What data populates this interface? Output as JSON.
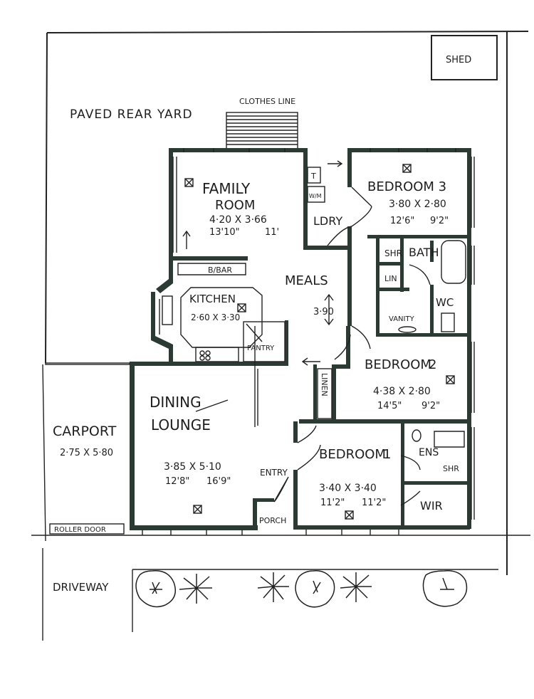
{
  "site": {
    "shed": "SHED",
    "paved_rear_yard": "PAVED REAR YARD",
    "clothes_line": "CLOTHES LINE",
    "driveway": "DRIVEWAY",
    "roller_door": "ROLLER DOOR"
  },
  "rooms": {
    "family_room": {
      "name_line1": "FAMILY",
      "name_line2": "ROOM",
      "metric": "4·20 X 3·66",
      "imperial_a": "13'10\"",
      "imperial_b": "11'"
    },
    "bedroom3": {
      "name": "BEDROOM 3",
      "metric": "3·80 X 2·80",
      "imperial_a": "12'6\"",
      "imperial_b": "9'2\""
    },
    "laundry": {
      "name": "LDRY",
      "tub": "T",
      "washer": "W/M"
    },
    "bath": {
      "name": "BATH",
      "shower": "SHR",
      "linen": "LIN",
      "wc": "WC",
      "vanity": "VANITY"
    },
    "meals": {
      "name": "MEALS",
      "dim": "3·90"
    },
    "kitchen": {
      "name": "KITCHEN",
      "metric": "2·60 X 3·30",
      "breakfast_bar": "B/BAR",
      "pantry": "PANTRY"
    },
    "bedroom2": {
      "name_line1": "BEDROOM",
      "name_line2": "2",
      "metric": "4·38 X 2·80",
      "imperial_a": "14'5\"",
      "imperial_b": "9'2\""
    },
    "linen": {
      "name": "LINEN"
    },
    "dining_lounge": {
      "name_line1": "DINING",
      "name_line2": "LOUNGE",
      "metric": "3·85 X 5·10",
      "imperial_a": "12'8\"",
      "imperial_b": "16'9\""
    },
    "entry": {
      "name": "ENTRY"
    },
    "porch": {
      "name": "PORCH"
    },
    "bedroom1": {
      "name_line1": "BEDROOM",
      "name_line2": "1",
      "metric": "3·40 X 3·40",
      "imperial_a": "11'2\"",
      "imperial_b": "11'2\""
    },
    "ensuite": {
      "name": "ENS",
      "shower": "SHR"
    },
    "wir": {
      "name": "WIR"
    },
    "carport": {
      "name": "CARPORT",
      "metric": "2·75 X 5·80"
    }
  },
  "colors": {
    "wall": "#2b3a33",
    "ink": "#1e1e1e",
    "paper": "#ffffff"
  }
}
